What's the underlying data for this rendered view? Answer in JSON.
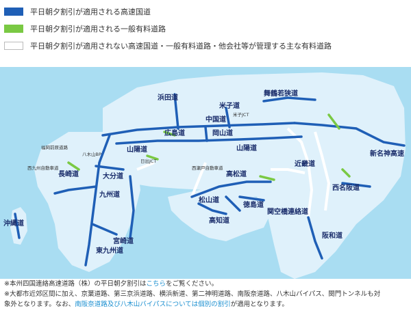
{
  "legend": {
    "items": [
      {
        "label": "平日朝夕割引が適用される高速国道",
        "color": "#1f5fb6"
      },
      {
        "label": "平日朝夕割引が適用される一般有料道路",
        "color": "#7ac943"
      },
      {
        "label": "平日朝夕割引が適用されない高速国道・一般有料道路・他会社等が管理する主な有料道路",
        "color": "#ffffff"
      }
    ]
  },
  "colors": {
    "sea": "#a9ddf2",
    "land": "#dff1fb",
    "expressway": "#1f5fb6",
    "toll_road": "#7ac943",
    "other_road": "#ffffff"
  },
  "map": {
    "labels": [
      "中国道",
      "山陽道",
      "広島道",
      "岡山道",
      "米子道",
      "浜田道",
      "舞鶴若狭道",
      "山陽道",
      "高松道",
      "松山道",
      "徳島道",
      "高知道",
      "大分道",
      "九州道",
      "長崎道",
      "沖縄道",
      "東九州道",
      "宮崎道",
      "関空橋連絡道",
      "阪和道",
      "新名神高速",
      "西名阪道",
      "近畿道",
      "西瀬戸自動車道",
      "八木山BP",
      "福岡前原道路",
      "西九州自動車道",
      "日出JCT",
      "米子JCT"
    ]
  },
  "notes": {
    "line1_a": "※本州四国連絡高速道路（株）の平日朝夕割引は",
    "line1_link": "こちら",
    "line1_b": "をご覧ください。",
    "line2": "※大都市近郊区間に加え、京葉道路、第三京浜道路、横浜新道、第二神明道路、南阪奈道路、八木山バイパス、関門トンネルも対",
    "line3_a": "象外となります。なお、",
    "line3_link": "南阪奈道路及び八木山バイパスについては個別の割引",
    "line3_b": "が適用となります。"
  }
}
